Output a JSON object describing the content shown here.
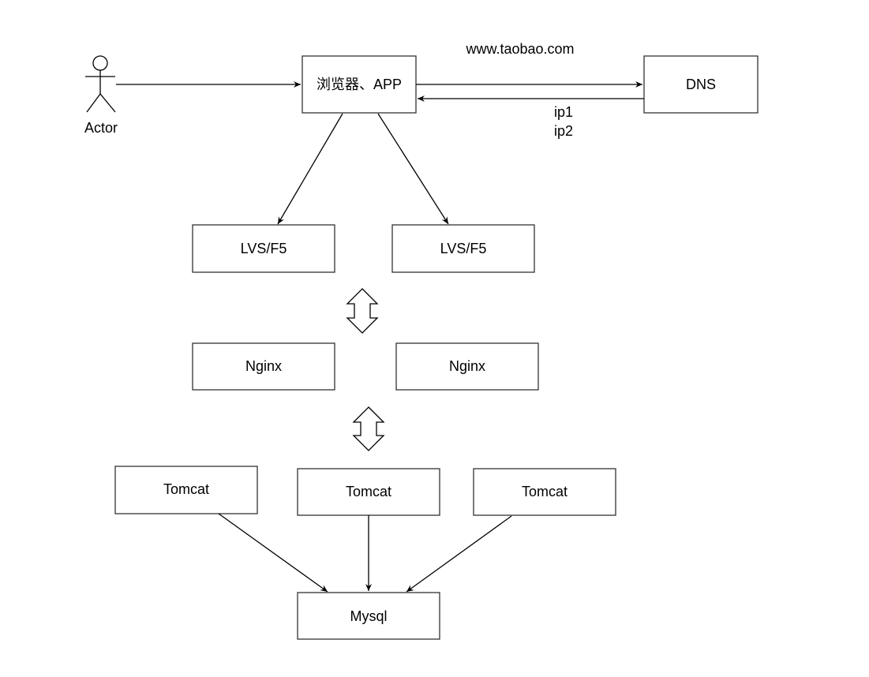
{
  "actor": {
    "label": "Actor"
  },
  "browser": {
    "label": "浏览器、APP"
  },
  "dns": {
    "label": "DNS"
  },
  "dns_request": {
    "label": "www.taobao.com"
  },
  "dns_response": {
    "line1": "ip1",
    "line2": "ip2"
  },
  "lvs": [
    {
      "label": "LVS/F5"
    },
    {
      "label": "LVS/F5"
    }
  ],
  "nginx": [
    {
      "label": "Nginx"
    },
    {
      "label": "Nginx"
    }
  ],
  "tomcat": [
    {
      "label": "Tomcat"
    },
    {
      "label": "Tomcat"
    },
    {
      "label": "Tomcat"
    }
  ],
  "mysql": {
    "label": "Mysql"
  },
  "colors": {
    "stroke": "#333333",
    "edge": "#000000",
    "fill": "#ffffff"
  }
}
